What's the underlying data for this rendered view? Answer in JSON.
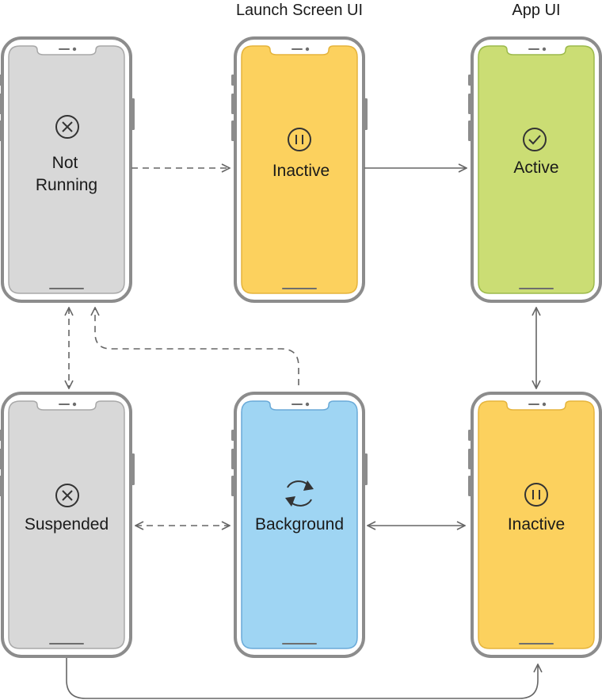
{
  "headers": {
    "launch_screen": "Launch Screen UI",
    "app": "App UI"
  },
  "states": {
    "not_running": {
      "line1": "Not",
      "line2": "Running",
      "icon": "x-circle-icon",
      "color": "#d8d8d8"
    },
    "launch_inactive": {
      "label": "Inactive",
      "icon": "pause-circle-icon",
      "color": "#fcd15e"
    },
    "active": {
      "label": "Active",
      "icon": "check-circle-icon",
      "color": "#cbdd74"
    },
    "suspended": {
      "label": "Suspended",
      "icon": "x-circle-icon",
      "color": "#d8d8d8"
    },
    "background": {
      "label": "Background",
      "icon": "refresh-arrows-icon",
      "color": "#9fd5f3"
    },
    "app_inactive": {
      "label": "Inactive",
      "icon": "pause-circle-icon",
      "color": "#fcd15e"
    }
  },
  "colors": {
    "phone_frame": "#8c8c8c",
    "connector": "#666666",
    "gray_border": "#a8a8a8",
    "yellow_border": "#e5b43c",
    "green_border": "#9cba4c",
    "blue_border": "#6aaad8"
  }
}
